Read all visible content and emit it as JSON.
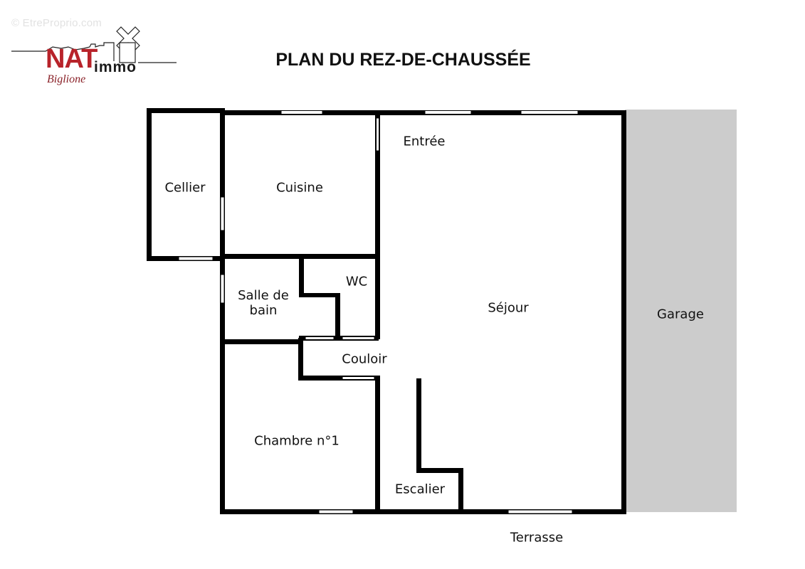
{
  "watermark": "© EtreProprio.com",
  "logo": {
    "brand": "NAT",
    "suffix": "immo",
    "subtitle": "Biglione",
    "brand_color": "#b8232a"
  },
  "title": "PLAN DU REZ-DE-CHAUSSÉE",
  "colors": {
    "wall": "#000000",
    "background": "#ffffff",
    "garage_fill": "#cccccc",
    "window_fill": "#ffffff"
  },
  "rooms": {
    "cellier": "Cellier",
    "cuisine": "Cuisine",
    "entree": "Entrée",
    "salle_de_bain_line1": "Salle de",
    "salle_de_bain_line2": "bain",
    "wc": "WC",
    "sejour": "Séjour",
    "couloir": "Couloir",
    "chambre": "Chambre n°1",
    "escalier": "Escalier",
    "garage": "Garage",
    "terrasse": "Terrasse"
  }
}
